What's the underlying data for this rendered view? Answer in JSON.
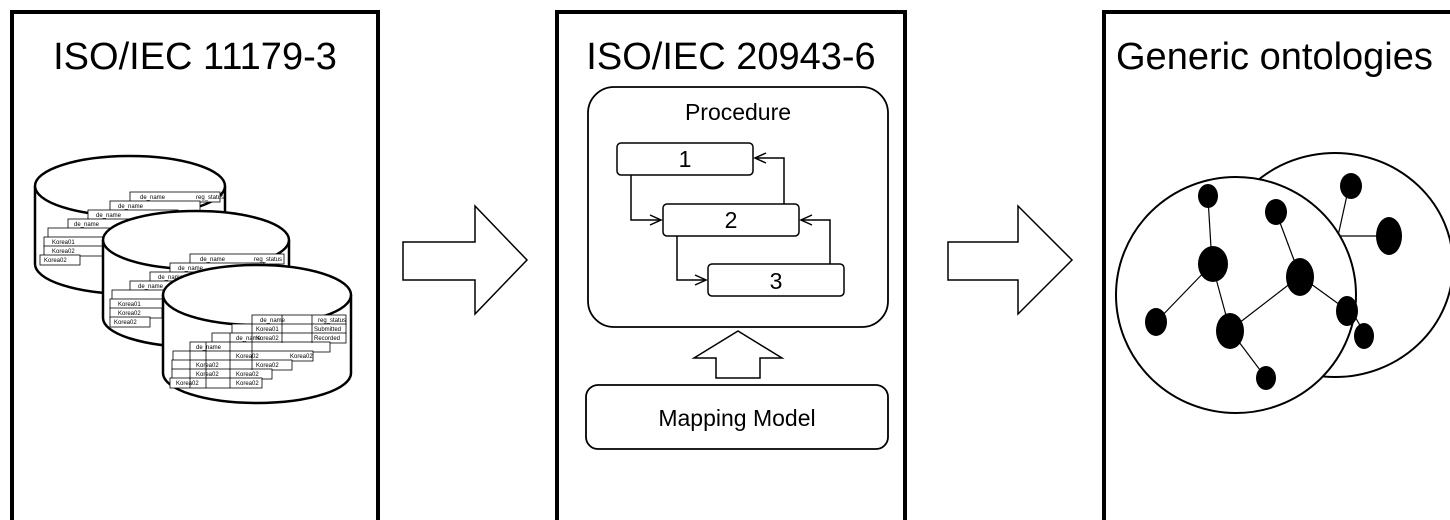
{
  "panels": {
    "left": {
      "title": "ISO/IEC 11179-3"
    },
    "middle": {
      "title": "ISO/IEC 20943-6",
      "procedure": {
        "label": "Procedure",
        "steps": [
          "1",
          "2",
          "3"
        ]
      },
      "mapping_model": "Mapping Model"
    },
    "right": {
      "title": "Generic ontologies"
    }
  },
  "database_table_text": {
    "header": [
      "de_name",
      "reg_status"
    ],
    "front_header": [
      "de_name",
      "",
      "reg_status"
    ],
    "row_names": [
      "Korea01",
      "Korea02",
      "Korea02",
      "Korea02"
    ],
    "statuses": [
      "Submitted",
      "Recorded"
    ]
  }
}
